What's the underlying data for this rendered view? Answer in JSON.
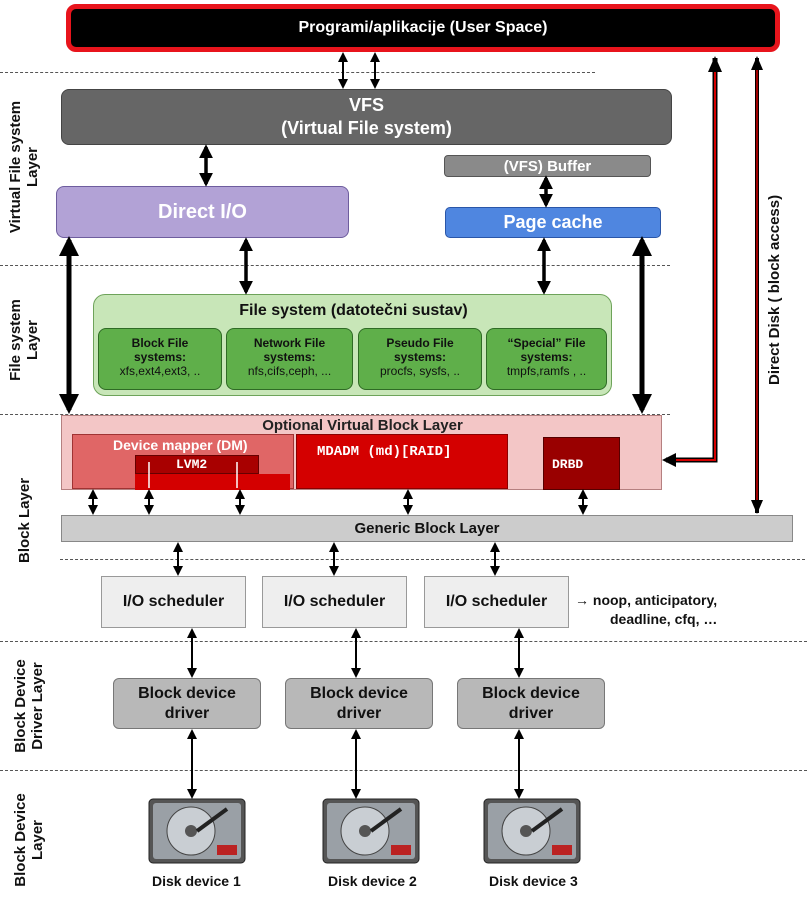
{
  "user_space": "Programi/aplikacije (User Space)",
  "vfs": {
    "line1": "VFS",
    "line2": "(Virtual File system)"
  },
  "vfs_buffer": "(VFS) Buffer",
  "direct_io": "Direct I/O",
  "page_cache": "Page cache",
  "file_system": {
    "title": "File system (datotečni sustav)",
    "types": [
      {
        "line1": "Block File",
        "line2": "systems:",
        "detail": "xfs,ext4,ext3, .."
      },
      {
        "line1": "Network File",
        "line2": "systems:",
        "detail": "nfs,cifs,ceph, ..."
      },
      {
        "line1": "Pseudo File",
        "line2": "systems:",
        "detail": "procfs, sysfs, .."
      },
      {
        "line1": "“Special” File",
        "line2": "systems:",
        "detail": "tmpfs,ramfs , .."
      }
    ]
  },
  "optional_block_layer": "Optional Virtual Block Layer",
  "device_mapper": "Device mapper (DM)",
  "lvm2": "LVM2",
  "mdadm": "MDADM (md)[RAID]",
  "drbd": "DRBD",
  "generic_block_layer": "Generic Block Layer",
  "io_scheduler": "I/O scheduler",
  "scheduler_note": {
    "line1": "→ noop, anticipatory,",
    "line2": "deadline, cfq, …"
  },
  "block_driver": {
    "line1": "Block device",
    "line2": "driver"
  },
  "disks": [
    "Disk device 1",
    "Disk device 2",
    "Disk device 3"
  ],
  "direct_disk": "Direct Disk ( block access)",
  "layers": {
    "vfs": {
      "line1": "Virtual File system",
      "line2": "Layer"
    },
    "fs": {
      "line1": "File system",
      "line2": "Layer"
    },
    "block": "Block Layer",
    "driver": {
      "line1": "Block Device",
      "line2": "Driver Layer"
    },
    "device": {
      "line1": "Block Device",
      "line2": "Layer"
    }
  },
  "colors": {
    "user_space_bg": "#000000",
    "user_space_border": "#e8141c",
    "vfs": "#666666",
    "direct_io": "#b2a2d6",
    "page_cache": "#4f86e0",
    "fs_outer": "#c8e6b8",
    "fs_inner": "#5faf4a",
    "optional_layer": "#f3c6c6",
    "device_mapper": "#e06666",
    "mdadm": "#d40000",
    "drbd": "#990000",
    "generic": "#cccccc",
    "scheduler": "#eeeeee",
    "driver": "#b8b8b8"
  }
}
